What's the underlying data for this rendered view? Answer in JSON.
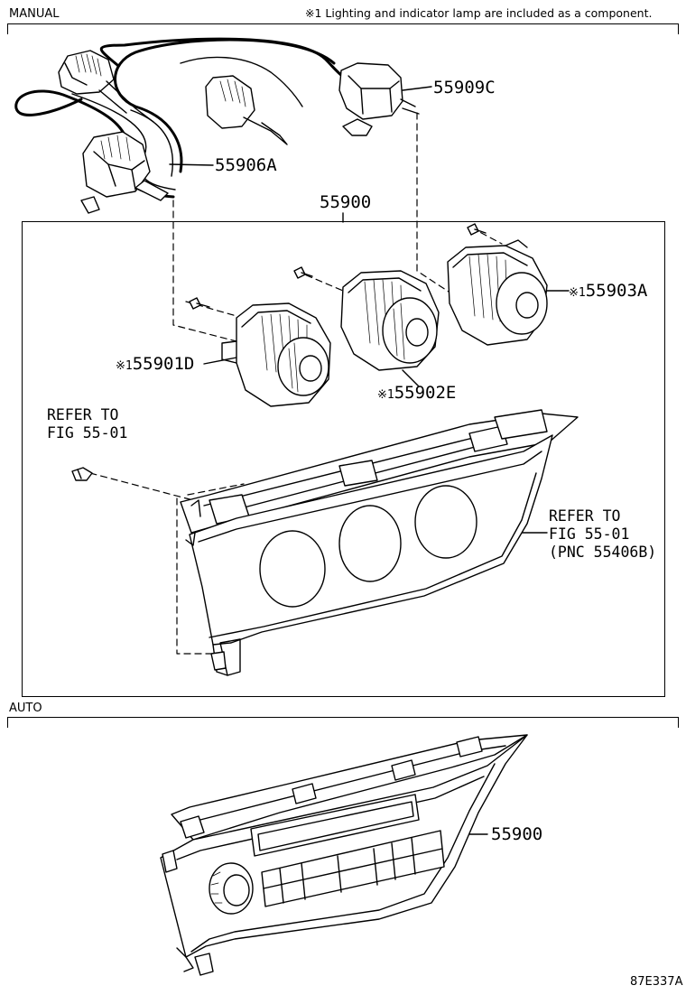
{
  "sections": {
    "manual": "MANUAL",
    "auto": "AUTO"
  },
  "note": "※1 Lighting and indicator lamp are included as a component.",
  "callouts": {
    "c55909c": "55909C",
    "c55906a": "55906A",
    "c55900_top": "55900",
    "c55903a_mark": "※1",
    "c55903a": "55903A",
    "c55901d_mark": "※1",
    "c55901d": "55901D",
    "c55902e_mark": "※1",
    "c55902e": "55902E",
    "c55900_auto": "55900"
  },
  "references": {
    "left_line1": "REFER TO",
    "left_line2": "FIG 55-01",
    "right_line1": "REFER TO",
    "right_line2": "FIG 55-01",
    "right_line3": "(PNC 55406B)"
  },
  "figure_code": "87E337A",
  "icons": [
    "cable-assembly-icon",
    "knob-control-icon",
    "screw-icon",
    "clip-icon",
    "control-panel-icon",
    "auto-control-panel-icon"
  ]
}
